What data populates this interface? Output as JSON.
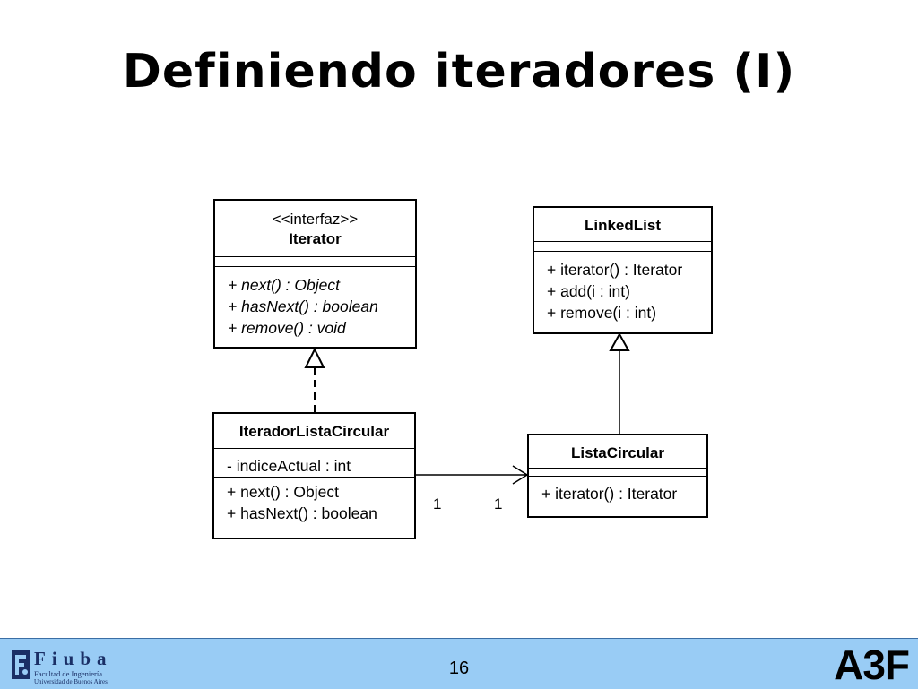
{
  "slide": {
    "title": "Definiendo iteradores (I)",
    "page_number": "16",
    "brand": "A3F"
  },
  "logo": {
    "name": "Fiuba",
    "line1": "Facultad de Ingeniería",
    "line2": "Universidad de Buenos Aires"
  },
  "classes": {
    "iterator": {
      "stereotype": "<<interfaz>>",
      "name": "Iterator",
      "attributes": [],
      "methods": [
        "+ next() : Object",
        "+ hasNext() : boolean",
        "+ remove() : void"
      ]
    },
    "linkedlist": {
      "name": "LinkedList",
      "attributes": [],
      "methods": [
        "+ iterator() : Iterator",
        "+ add(i : int)",
        "+ remove(i : int)"
      ]
    },
    "iterador_lista_circular": {
      "name": "IteradorListaCircular",
      "attributes": [
        "- indiceActual : int"
      ],
      "methods": [
        "+ next() : Object",
        "+ hasNext() : boolean"
      ]
    },
    "lista_circular": {
      "name": "ListaCircular",
      "attributes": [],
      "methods": [
        "+ iterator() : Iterator"
      ]
    }
  },
  "association": {
    "source_multiplicity": "1",
    "target_multiplicity": "1"
  }
}
